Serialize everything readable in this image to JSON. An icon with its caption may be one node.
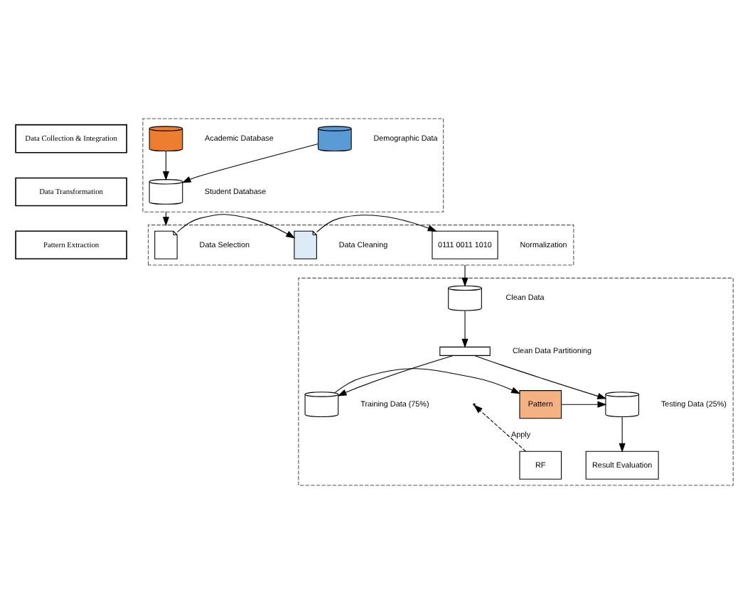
{
  "diagram": {
    "nodes": [
      {
        "text": [
          "Data Collection & Integration"
        ]
      },
      {
        "text": [
          "Data Transformation"
        ]
      },
      {
        "text": [
          "Pattern Extraction"
        ]
      },
      {
        "text": [],
        "shape": "box"
      },
      {
        "text": [],
        "shape": "cylinder",
        "in": 3,
        "beside": [
          "Academic Database"
        ]
      },
      {
        "text": [],
        "shape": "cylinder",
        "in": 3,
        "beside": [
          "Demographic Data"
        ]
      },
      {
        "text": [],
        "shape": "cylinder",
        "in": 3,
        "beside": [
          "Student Database"
        ]
      },
      {
        "text": [],
        "shape": "box"
      },
      {
        "text": [],
        "shape": "document",
        "in": 7,
        "beside": [
          "Data Selection"
        ]
      },
      {
        "text": [],
        "shape": "document",
        "in": 7,
        "beside": [
          "Data Cleaning"
        ]
      },
      {
        "text": [
          "0111 0011 1010"
        ],
        "in": 7,
        "beside": [
          "Normalization"
        ]
      },
      {
        "text": [],
        "shape": "box"
      },
      {
        "text": [],
        "shape": "cylinder",
        "in": 11,
        "beside": [
          "Clean Data"
        ]
      },
      {
        "text": [],
        "shape": "bar",
        "in": 11,
        "beside": [
          "Clean Data Partitioning"
        ]
      },
      {
        "text": [],
        "shape": "cylinder",
        "in": 11,
        "beside": [
          "Training Data (75%)"
        ]
      },
      {
        "text": [
          "Pattern"
        ],
        "in": 11
      },
      {
        "text": [],
        "shape": "cylinder",
        "in": 11,
        "beside": [
          "Testing Data (25%)"
        ]
      },
      {
        "text": [
          "Result Evaluation"
        ],
        "in": 11
      },
      {
        "text": [
          "RF"
        ],
        "in": 11
      }
    ],
    "edges": [
      {
        "from": 4,
        "to": 6,
        "arrow": "to"
      },
      {
        "from": 5,
        "to": 6,
        "arrow": "to"
      },
      {
        "from": 3,
        "to": 7,
        "arrow": "to"
      },
      {
        "from": 8,
        "to": 9,
        "arrow": "to"
      },
      {
        "from": 9,
        "to": 10,
        "arrow": "to"
      },
      {
        "from": 7,
        "to": 12,
        "arrow": "to"
      },
      {
        "from": 12,
        "to": 13,
        "arrow": "to"
      },
      {
        "from": 13,
        "to": 14,
        "arrow": "to"
      },
      {
        "from": 13,
        "to": 16,
        "arrow": "to"
      },
      {
        "from": 14,
        "to": 15,
        "arrow": "to"
      },
      {
        "from": 15,
        "to": 16,
        "arrow": "to"
      },
      {
        "from": 16,
        "to": 17,
        "arrow": "to"
      },
      {
        "from": 18,
        "to": null,
        "arrow": "to",
        "label": "Apply",
        "style": "dashed"
      }
    ]
  }
}
